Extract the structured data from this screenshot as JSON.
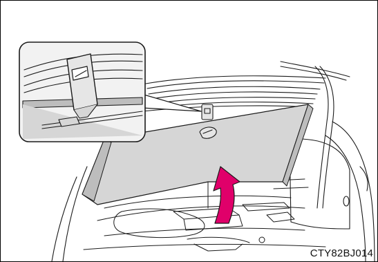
{
  "figure": {
    "code": "CTY82BJ014",
    "colors": {
      "line": "#1a1a1a",
      "panel": "#d6d6d6",
      "panel_light": "#e6e6e6",
      "shadow": "#bdbdbd",
      "arrow": "#e0006a",
      "callout_bg": "#f2f2f2"
    },
    "icons": [
      "trunk-illustration",
      "deck-board-panel",
      "hook-detail-callout",
      "lift-arrow"
    ]
  }
}
